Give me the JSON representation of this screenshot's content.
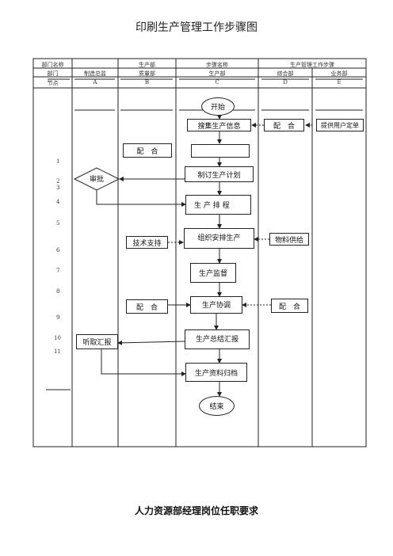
{
  "title": "印刷生产管理工作步骤图",
  "header": {
    "row1": [
      "部门名称",
      "生产部",
      "步骤名称",
      "生产管理工作步骤"
    ],
    "row2": [
      "部门",
      "制造总监",
      "质量部",
      "生产部",
      "综合部",
      "业务部"
    ],
    "row3": [
      "节点",
      "A",
      "B",
      "C",
      "D",
      "E"
    ]
  },
  "step_numbers": [
    "1",
    "2",
    "3",
    "4",
    "5",
    "6",
    "7",
    "8",
    "9",
    "10",
    "11"
  ],
  "nodes": {
    "start": "开始",
    "collect_info": "搜集生产信息",
    "cooperate_d1": "配　合",
    "customer_order": "提供用户定单",
    "cooperate_b1": "配　合",
    "make_plan": "制订生产计划",
    "approve": "审批",
    "schedule": "生 产 排 程",
    "tech_support": "技术支持",
    "organize": "组织安排生产",
    "material_supply": "物料供给",
    "supervise": "生产监督",
    "cooperate_b2": "配　合",
    "coordinate": "生产协调",
    "cooperate_d2": "配　合",
    "listen_report": "听取汇报",
    "summary_report": "生产总结汇报",
    "archive": "生产资料归档",
    "end": "结束"
  },
  "footer": "人力资源部经理岗位任职要求"
}
